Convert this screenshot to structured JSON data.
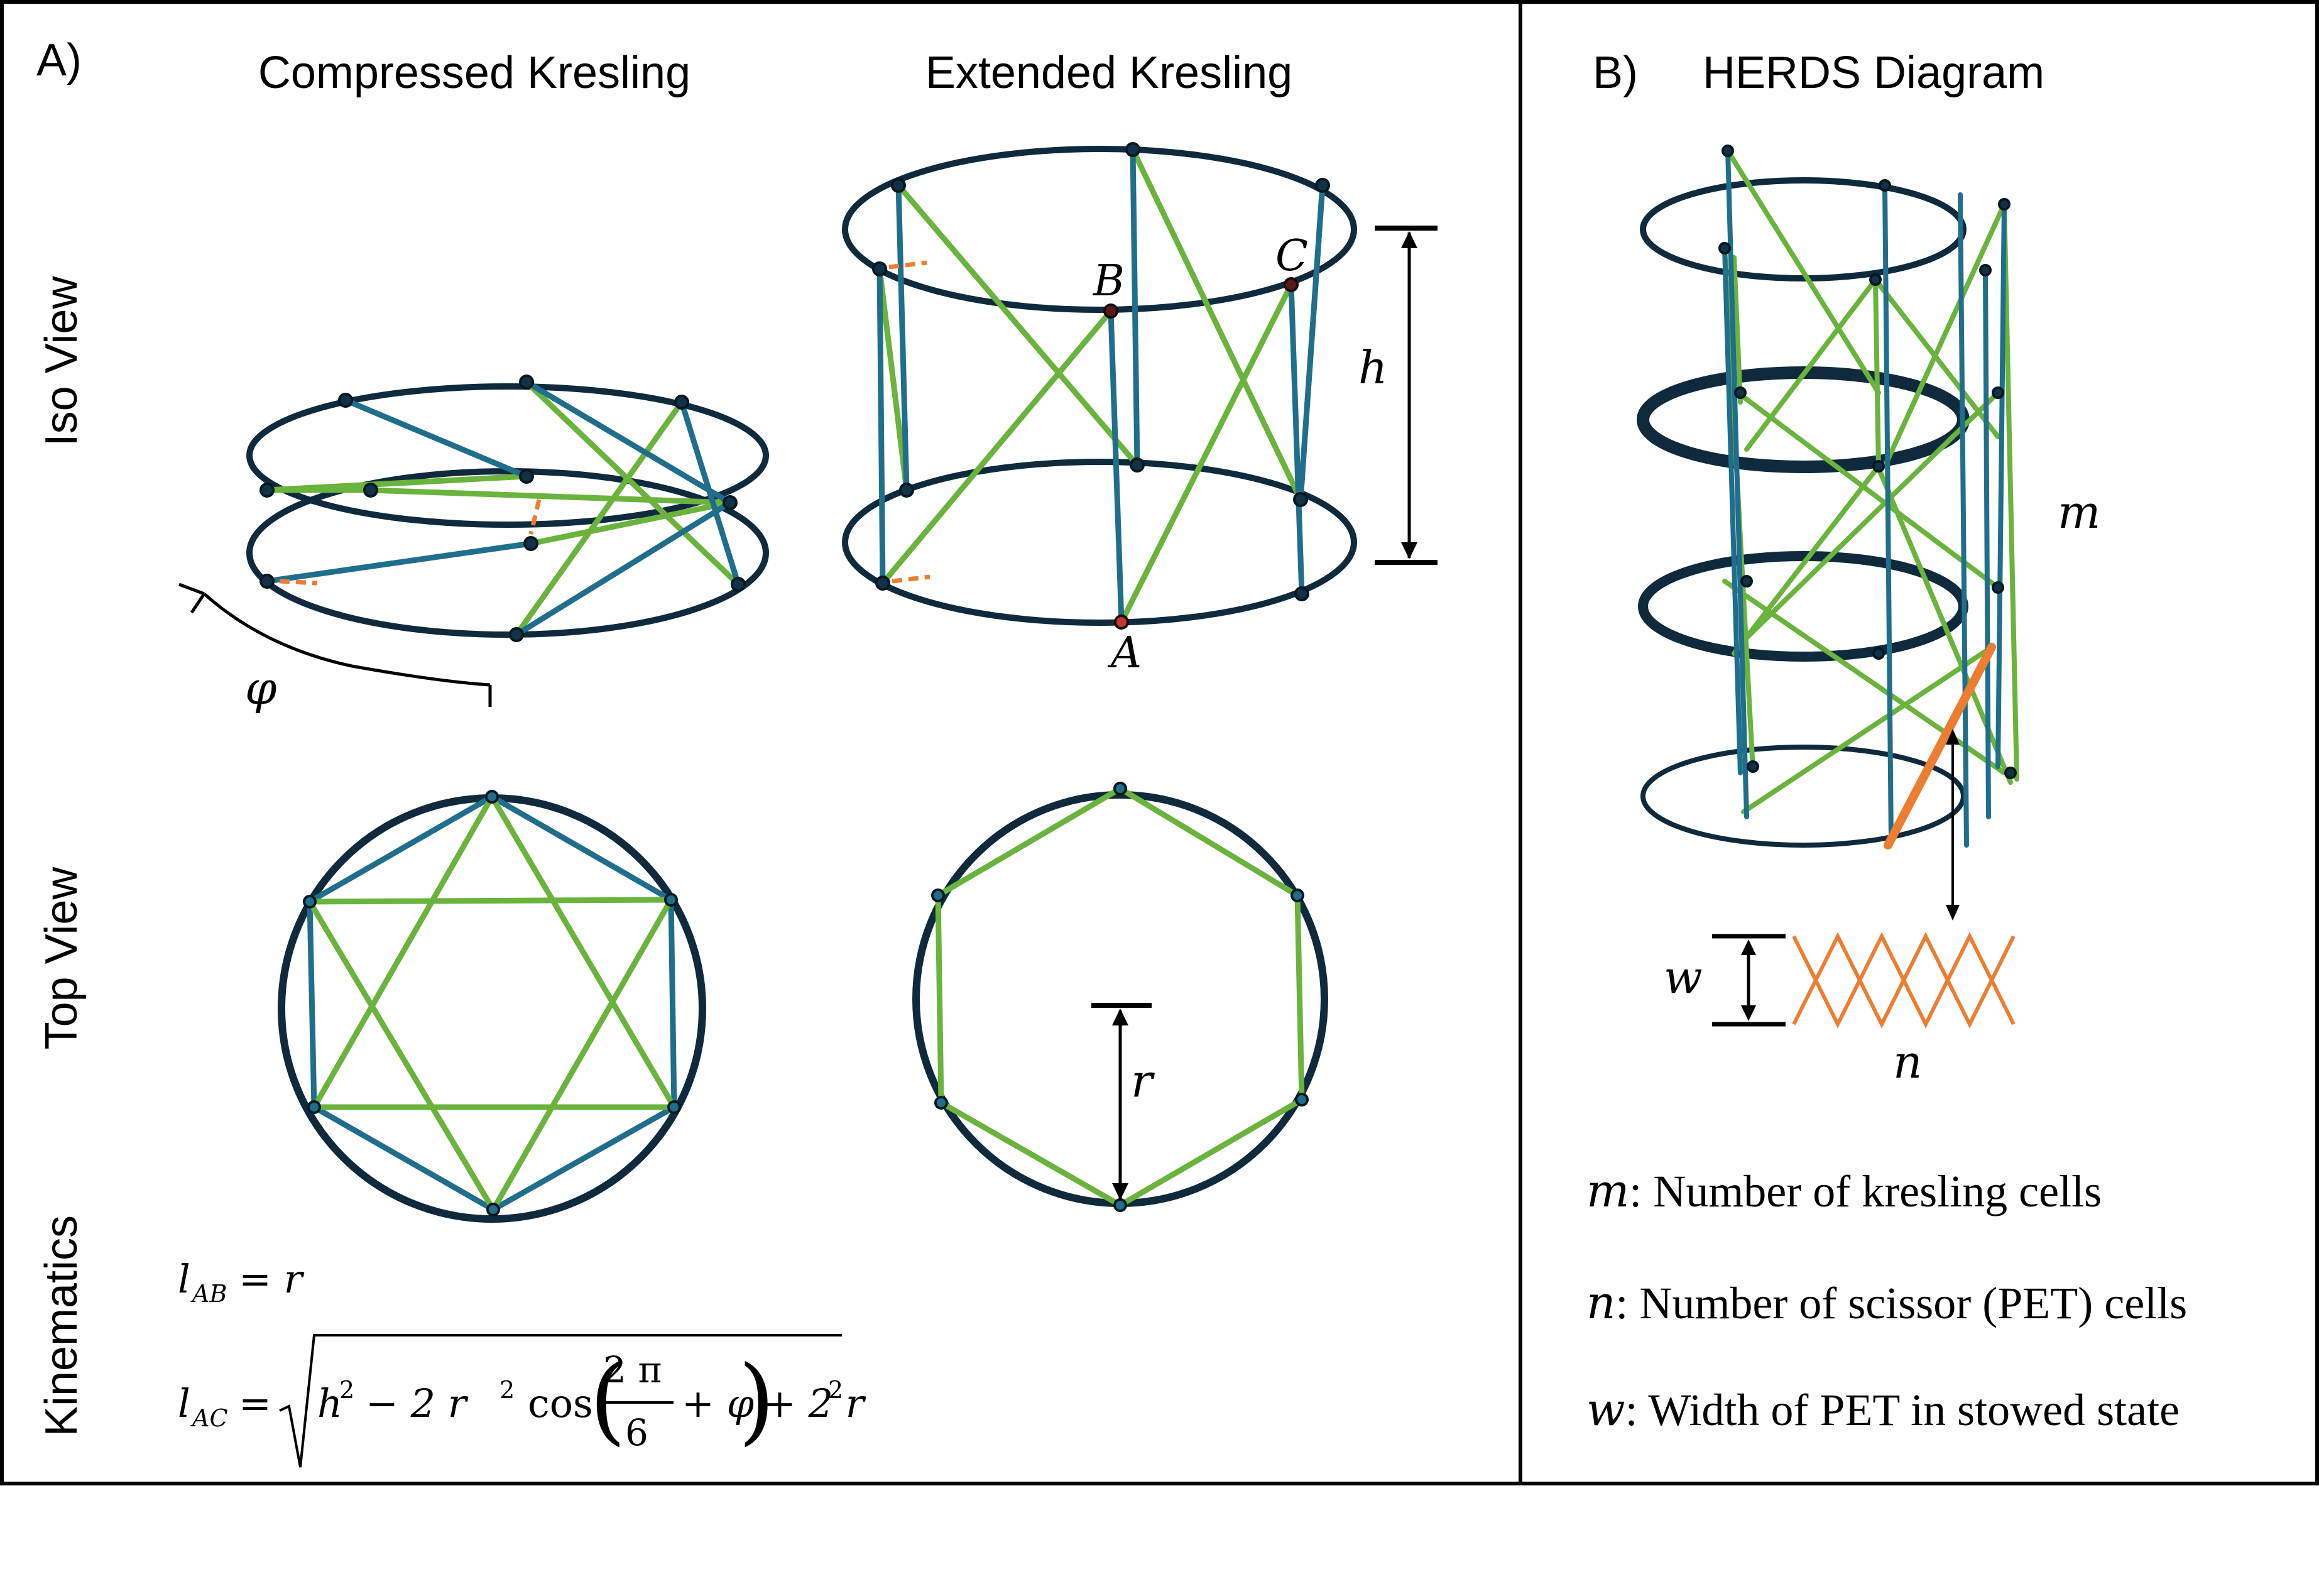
{
  "panel_a": {
    "label": "A)",
    "col_compressed": "Compressed Kresling",
    "col_extended": "Extended Kresling",
    "row_iso": "Iso View",
    "row_top": "Top View",
    "row_kinematics": "Kinematics",
    "angle_symbol": "φ",
    "height_symbol": "h",
    "radius_symbol": "r",
    "point_a": "A",
    "point_b": "B",
    "point_c": "C",
    "eq_lab": "l",
    "eq_lab_sub": "AB",
    "eq_lab_rhs": "= r",
    "eq_lac": "l",
    "eq_lac_sub": "AC",
    "eq_lac_eq": "=",
    "eq_lac_h": "h",
    "eq_lac_sq": "2",
    "eq_lac_mid": "− 2 r",
    "eq_lac_cos": "cos",
    "eq_lac_num": "2 π",
    "eq_lac_den": "6",
    "eq_lac_phi": "+ φ",
    "eq_lac_end": "+ 2 r"
  },
  "panel_b": {
    "label": "B)",
    "title": "HERDS Diagram",
    "m_symbol": "m",
    "n_symbol": "n",
    "w_symbol": "w",
    "legend": [
      {
        "symbol": "m",
        "text": ": Number of kresling cells"
      },
      {
        "symbol": "n",
        "text": ": Number of scissor (PET) cells"
      },
      {
        "symbol": "w",
        "text": ": Width of PET in stowed state"
      }
    ]
  },
  "colors": {
    "ring": "#0f2a3d",
    "blue_member": "#1f6e8c",
    "green_member": "#6ab33c",
    "orange": "#ed7d31",
    "border": "#000000"
  }
}
